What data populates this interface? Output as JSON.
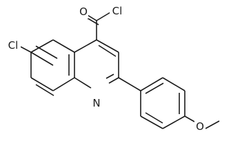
{
  "molecule": {
    "atoms": {
      "chlorine_ring": "Cl",
      "carbonyl_oxygen": "O",
      "acyl_chlorine": "Cl",
      "ring_nitrogen": "N",
      "ether_oxygen": "O"
    }
  }
}
